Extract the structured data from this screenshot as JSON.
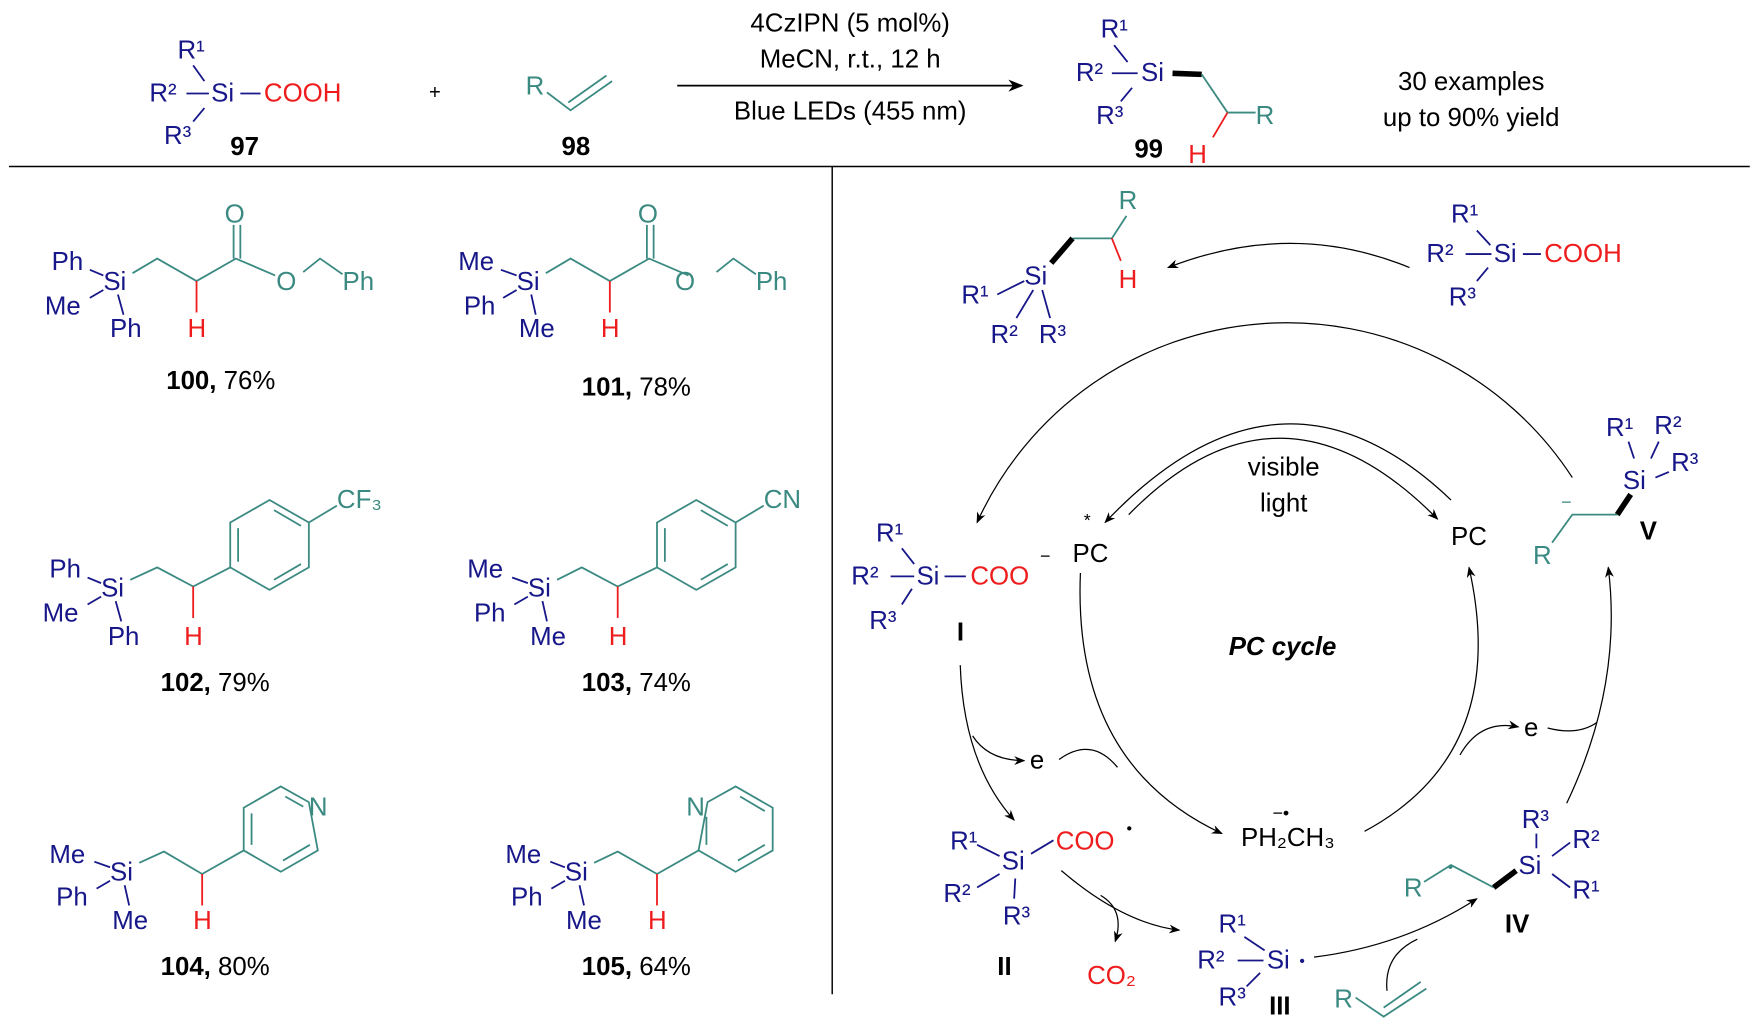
{
  "colors": {
    "silicon": "#17178a",
    "alkene": "#3b8a82",
    "acid": "#ee1c1c",
    "text": "#000000"
  },
  "scheme": {
    "r1": "R¹",
    "r2": "R²",
    "r3": "R³",
    "si": "Si",
    "cooh": "COOH",
    "plus": "+",
    "r": "R",
    "h": "H",
    "id97": "97",
    "id98": "98",
    "id99": "99",
    "cond1": "4CzIPN (5 mol%)",
    "cond2": "MeCN, r.t., 12 h",
    "cond3": "Blue LEDs (455 nm)",
    "summary1": "30 examples",
    "summary2": "up to 90% yield"
  },
  "groups": {
    "ph": "Ph",
    "me": "Me",
    "o": "O",
    "cf3": "CF₃",
    "cn": "CN",
    "n": "N"
  },
  "examples": [
    {
      "id": "100,",
      "yield": " 76%"
    },
    {
      "id": "101,",
      "yield": " 78%"
    },
    {
      "id": "102,",
      "yield": " 79%"
    },
    {
      "id": "103,",
      "yield": " 74%"
    },
    {
      "id": "104,",
      "yield": " 80%"
    },
    {
      "id": "105,",
      "yield": " 64%"
    }
  ],
  "mechanism": {
    "coo_anion": "COO",
    "minus": "−",
    "pc_star": "PC",
    "star": "*",
    "pc": "PC",
    "visible": "visible",
    "light": "light",
    "cycle": "PC cycle",
    "e": "e",
    "coo_rad": "COO",
    "rad": "•",
    "co2": "CO₂",
    "ph2ch3": "PH₂CH₃",
    "ph_mark": "−•",
    "i": "I",
    "ii": "II",
    "iii": "III",
    "iv": "IV",
    "v": "V"
  }
}
